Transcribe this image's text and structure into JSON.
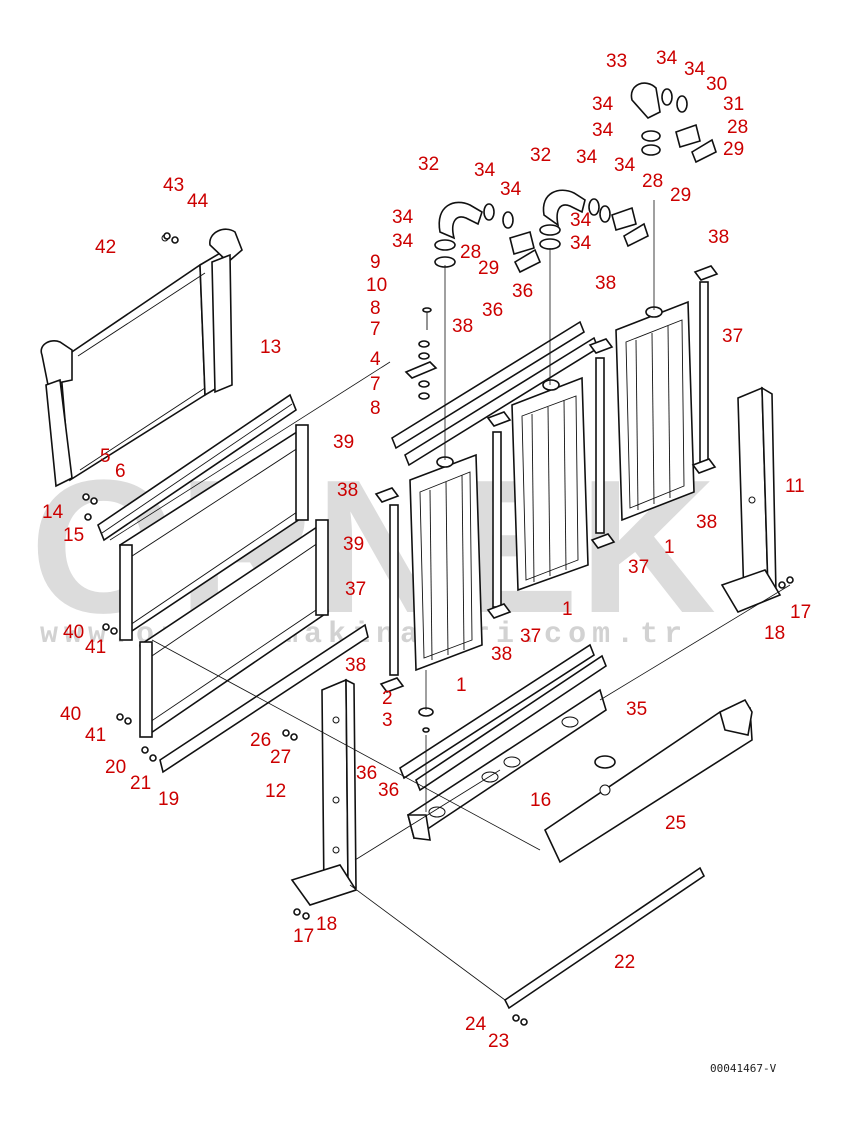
{
  "watermark": {
    "brand": "ORNEK",
    "url": "www.ornekimakinalari.com.tr",
    "color": "#dcdcdc"
  },
  "document_id": "00041467-V",
  "callout_color": "#cc0000",
  "callouts": [
    {
      "id": "c43",
      "text": "43"
    },
    {
      "id": "c44",
      "text": "44"
    },
    {
      "id": "c42",
      "text": "42"
    },
    {
      "id": "c13",
      "text": "13"
    },
    {
      "id": "c5",
      "text": "5"
    },
    {
      "id": "c6",
      "text": "6"
    },
    {
      "id": "c14",
      "text": "14"
    },
    {
      "id": "c15",
      "text": "15"
    },
    {
      "id": "c39a",
      "text": "39"
    },
    {
      "id": "c39b",
      "text": "39"
    },
    {
      "id": "c40a",
      "text": "40"
    },
    {
      "id": "c41a",
      "text": "41"
    },
    {
      "id": "c40b",
      "text": "40"
    },
    {
      "id": "c41b",
      "text": "41"
    },
    {
      "id": "c20",
      "text": "20"
    },
    {
      "id": "c21",
      "text": "21"
    },
    {
      "id": "c19",
      "text": "19"
    },
    {
      "id": "c26",
      "text": "26"
    },
    {
      "id": "c27",
      "text": "27"
    },
    {
      "id": "c12",
      "text": "12"
    },
    {
      "id": "c17a",
      "text": "17"
    },
    {
      "id": "c18a",
      "text": "18"
    },
    {
      "id": "c9",
      "text": "9"
    },
    {
      "id": "c10",
      "text": "10"
    },
    {
      "id": "c8a",
      "text": "8"
    },
    {
      "id": "c7a",
      "text": "7"
    },
    {
      "id": "c4",
      "text": "4"
    },
    {
      "id": "c7b",
      "text": "7"
    },
    {
      "id": "c8b",
      "text": "8"
    },
    {
      "id": "c32a",
      "text": "32"
    },
    {
      "id": "c34a",
      "text": "34"
    },
    {
      "id": "c34b",
      "text": "34"
    },
    {
      "id": "c34c",
      "text": "34"
    },
    {
      "id": "c34d",
      "text": "34"
    },
    {
      "id": "c28a",
      "text": "28"
    },
    {
      "id": "c29a",
      "text": "29"
    },
    {
      "id": "c32b",
      "text": "32"
    },
    {
      "id": "c34e",
      "text": "34"
    },
    {
      "id": "c34f",
      "text": "34"
    },
    {
      "id": "c34g",
      "text": "34"
    },
    {
      "id": "c34h",
      "text": "34"
    },
    {
      "id": "c28b",
      "text": "28"
    },
    {
      "id": "c29b",
      "text": "29"
    },
    {
      "id": "c33",
      "text": "33"
    },
    {
      "id": "c34i",
      "text": "34"
    },
    {
      "id": "c34j",
      "text": "34"
    },
    {
      "id": "c30",
      "text": "30"
    },
    {
      "id": "c31",
      "text": "31"
    },
    {
      "id": "c34k",
      "text": "34"
    },
    {
      "id": "c34l",
      "text": "34"
    },
    {
      "id": "c28c",
      "text": "28"
    },
    {
      "id": "c29c",
      "text": "29"
    },
    {
      "id": "c36a",
      "text": "36"
    },
    {
      "id": "c36b",
      "text": "36"
    },
    {
      "id": "c38a",
      "text": "38"
    },
    {
      "id": "c38b",
      "text": "38"
    },
    {
      "id": "c38c",
      "text": "38"
    },
    {
      "id": "c37a",
      "text": "37"
    },
    {
      "id": "c38d",
      "text": "38"
    },
    {
      "id": "c37b",
      "text": "37"
    },
    {
      "id": "c1a",
      "text": "1"
    },
    {
      "id": "c2",
      "text": "2"
    },
    {
      "id": "c3",
      "text": "3"
    },
    {
      "id": "c38e",
      "text": "38"
    },
    {
      "id": "c37c",
      "text": "37"
    },
    {
      "id": "c1b",
      "text": "1"
    },
    {
      "id": "c38f",
      "text": "38"
    },
    {
      "id": "c37d",
      "text": "37"
    },
    {
      "id": "c1c",
      "text": "1"
    },
    {
      "id": "c38g",
      "text": "38"
    },
    {
      "id": "c11",
      "text": "11"
    },
    {
      "id": "c17b",
      "text": "17"
    },
    {
      "id": "c18b",
      "text": "18"
    },
    {
      "id": "c36c",
      "text": "36"
    },
    {
      "id": "c36d",
      "text": "36"
    },
    {
      "id": "c16",
      "text": "16"
    },
    {
      "id": "c35",
      "text": "35"
    },
    {
      "id": "c25",
      "text": "25"
    },
    {
      "id": "c22",
      "text": "22"
    },
    {
      "id": "c24",
      "text": "24"
    },
    {
      "id": "c23",
      "text": "23"
    }
  ]
}
